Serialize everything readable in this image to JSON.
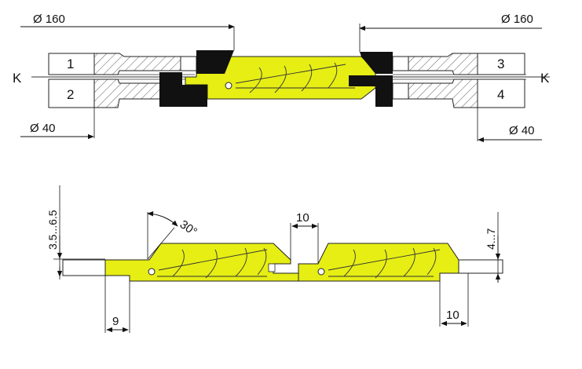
{
  "top_view": {
    "dim_diameter_left": "Ø 160",
    "dim_diameter_right": "Ø 160",
    "dim_bore_left": "Ø 40",
    "dim_bore_right": "Ø 40",
    "axis_label_left": "K",
    "axis_label_right": "K",
    "tool_labels": [
      "1",
      "2",
      "3",
      "4"
    ]
  },
  "bottom_view": {
    "dim_tongue_depth": "3.5...6.5",
    "dim_angle": "30°",
    "dim_gap_width": "10",
    "dim_right_thickness": "4...7",
    "dim_left_offset": "9",
    "dim_right_offset": "10"
  },
  "colors": {
    "workpiece": "#e6ee14",
    "knife": "#111111",
    "outline": "#222222"
  }
}
